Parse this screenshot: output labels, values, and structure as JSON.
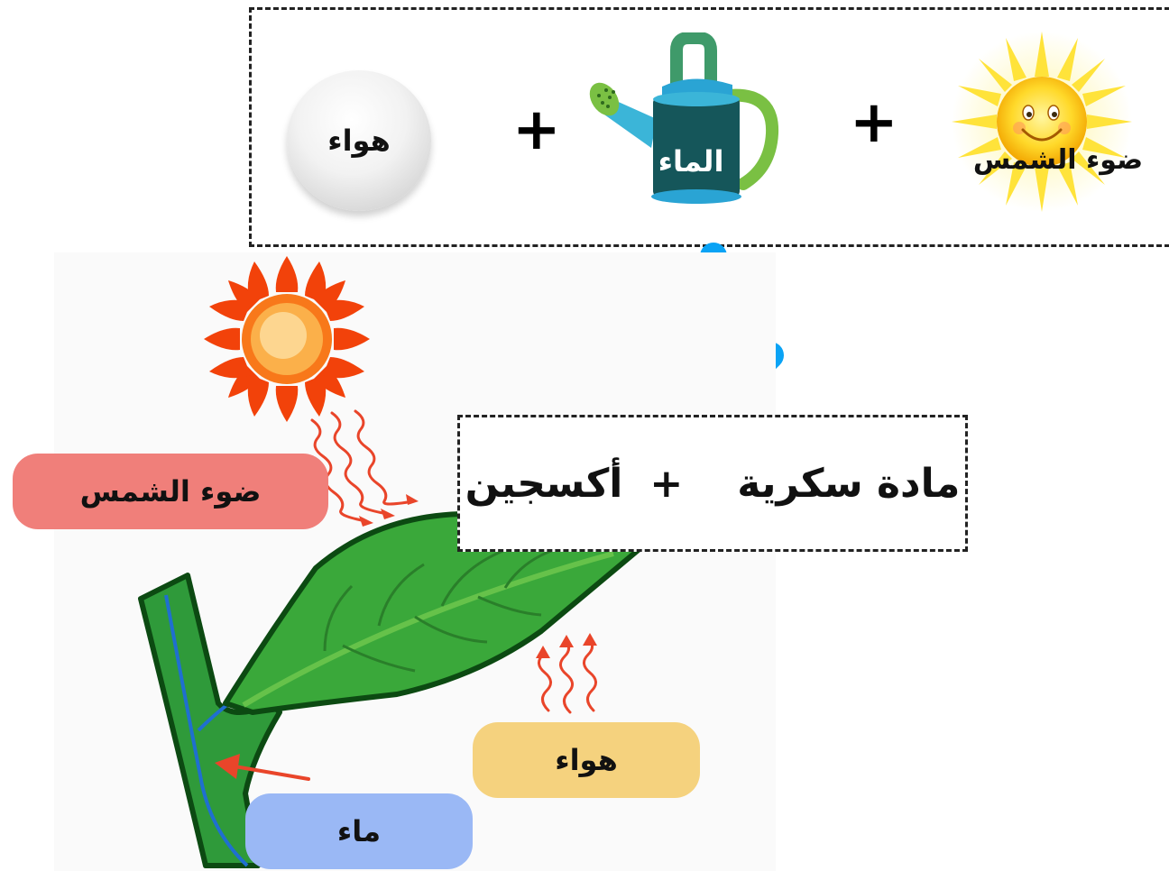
{
  "inputs": {
    "sunlight_label": "ضوء الشمس",
    "plus_1": "+",
    "water_label": "الماء",
    "plus_2": "+",
    "air_label": "هواء"
  },
  "products": {
    "sugar_label": "مادة سكرية",
    "plus": "+",
    "oxygen_label": "أكسجين"
  },
  "plant": {
    "sunlight_label": "ضوء الشمس",
    "air_label": "هواء",
    "water_label": "ماء"
  },
  "colors": {
    "arrow_blue": "#0aa3f5",
    "sunlight_pill": "#f07f7a",
    "air_pill": "#f5d27e",
    "water_pill": "#9ab8f5",
    "leaf_green": "#3aa83a",
    "stem_green": "#2f9a3a",
    "vein_blue": "#1f6fd0",
    "ray_red": "#e9452a"
  }
}
